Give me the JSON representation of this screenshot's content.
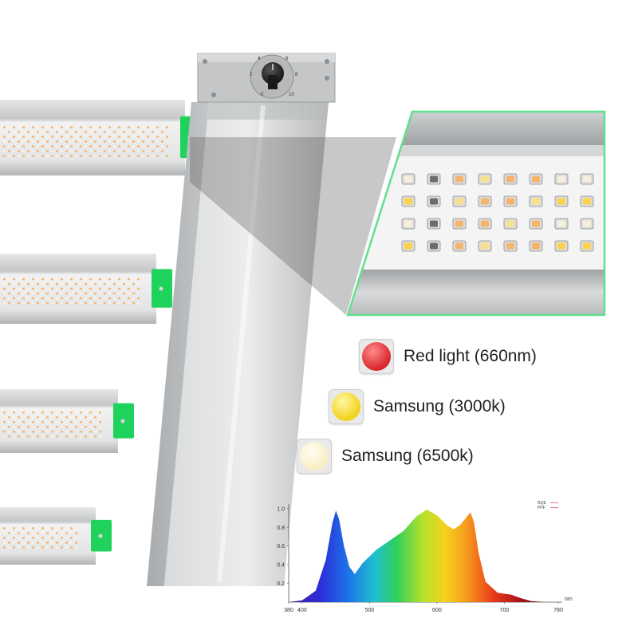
{
  "dimmer_knob": {
    "scale_labels": [
      "4",
      "6",
      "2",
      "8",
      "0",
      "10"
    ]
  },
  "legend": [
    {
      "label": "Red light (660nm)",
      "color": "#d9252a",
      "highlight": "#ff8a8a",
      "icon": "red-led-icon"
    },
    {
      "label": "Samsung (3000k)",
      "color": "#f2d21c",
      "highlight": "#fff6a0",
      "icon": "warm-white-led-icon"
    },
    {
      "label": "Samsung (6500k)",
      "color": "#f8eec4",
      "highlight": "#fffdf2",
      "icon": "cool-white-led-icon"
    }
  ],
  "spectrum_chart": {
    "legend": [
      {
        "label": "RQE",
        "color": "#d04040"
      },
      {
        "label": "PPF",
        "color": "#d04040"
      }
    ],
    "x_unit": "nm",
    "x_ticks": [
      "380",
      "400",
      "500",
      "600",
      "700",
      "780"
    ],
    "y_ticks": [
      "1.0",
      "0.8",
      "0.6",
      "0.4",
      "0.2"
    ],
    "xlim": [
      380,
      780
    ],
    "ylim": [
      0,
      1.05
    ],
    "curve": [
      [
        380,
        0.0
      ],
      [
        400,
        0.02
      ],
      [
        420,
        0.12
      ],
      [
        435,
        0.45
      ],
      [
        445,
        0.85
      ],
      [
        450,
        0.98
      ],
      [
        455,
        0.88
      ],
      [
        462,
        0.6
      ],
      [
        470,
        0.38
      ],
      [
        478,
        0.3
      ],
      [
        490,
        0.42
      ],
      [
        510,
        0.56
      ],
      [
        530,
        0.66
      ],
      [
        550,
        0.76
      ],
      [
        570,
        0.92
      ],
      [
        585,
        0.99
      ],
      [
        600,
        0.93
      ],
      [
        615,
        0.82
      ],
      [
        625,
        0.78
      ],
      [
        635,
        0.83
      ],
      [
        645,
        0.92
      ],
      [
        650,
        0.96
      ],
      [
        655,
        0.85
      ],
      [
        662,
        0.52
      ],
      [
        672,
        0.22
      ],
      [
        690,
        0.1
      ],
      [
        710,
        0.08
      ],
      [
        725,
        0.04
      ],
      [
        740,
        0.01
      ],
      [
        760,
        0.0
      ],
      [
        780,
        0.0
      ]
    ]
  },
  "palette": {
    "frame": "#c9cbcc",
    "frame_dark": "#a7aaac",
    "bar_shell": "#d8dadb",
    "clip_green": "#1fd25c",
    "callout_border": "#5fe08a",
    "led_warm": "#f5b36b",
    "led_cool": "#f7f3e8"
  }
}
